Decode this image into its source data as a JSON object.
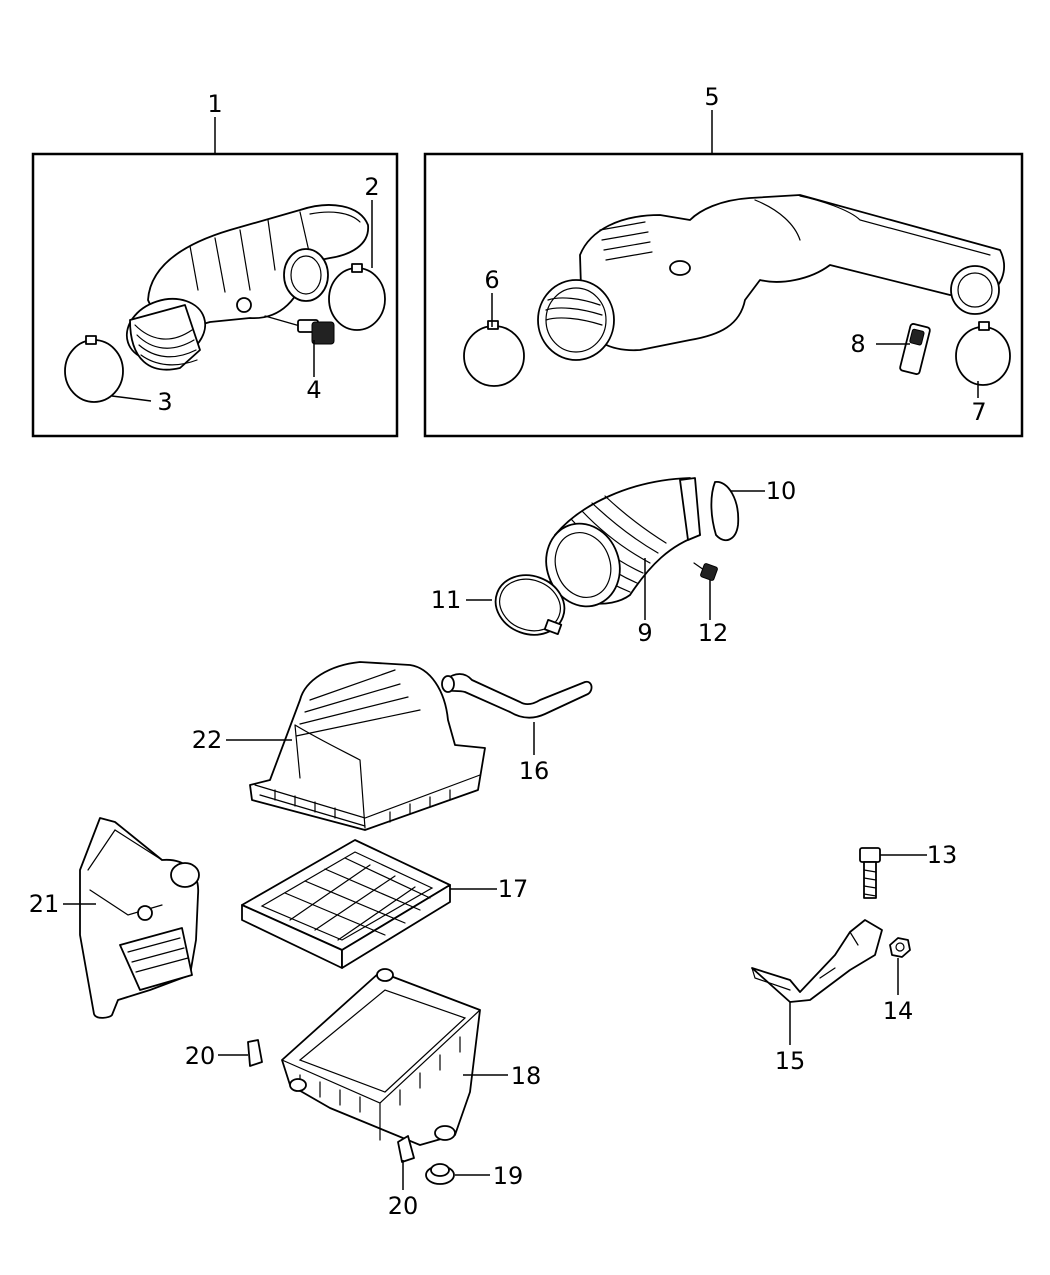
{
  "callouts": {
    "c1": "1",
    "c2": "2",
    "c3": "3",
    "c4": "4",
    "c5": "5",
    "c6": "6",
    "c7": "7",
    "c8": "8",
    "c9": "9",
    "c10": "10",
    "c11": "11",
    "c12": "12",
    "c13": "13",
    "c14": "14",
    "c15": "15",
    "c16": "16",
    "c17": "17",
    "c18": "18",
    "c19": "19",
    "c20a": "20",
    "c20b": "20",
    "c21": "21",
    "c22": "22"
  }
}
